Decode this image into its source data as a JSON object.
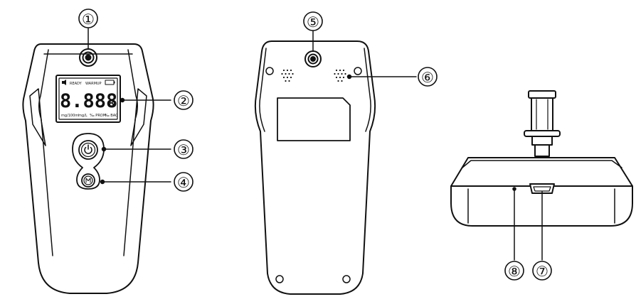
{
  "callouts": [
    "①",
    "②",
    "③",
    "④",
    "⑤",
    "⑥",
    "⑦",
    "⑧"
  ],
  "display": {
    "top_indicators": [
      "READY",
      "WARMUP"
    ],
    "digits": "8.888",
    "unit_digit": "8",
    "bottom_labels": [
      "mg/100ml",
      "mg/L",
      "‰ PROM",
      "‰ BAC"
    ]
  },
  "colors": {
    "line": "#111111",
    "background": "#ffffff"
  }
}
